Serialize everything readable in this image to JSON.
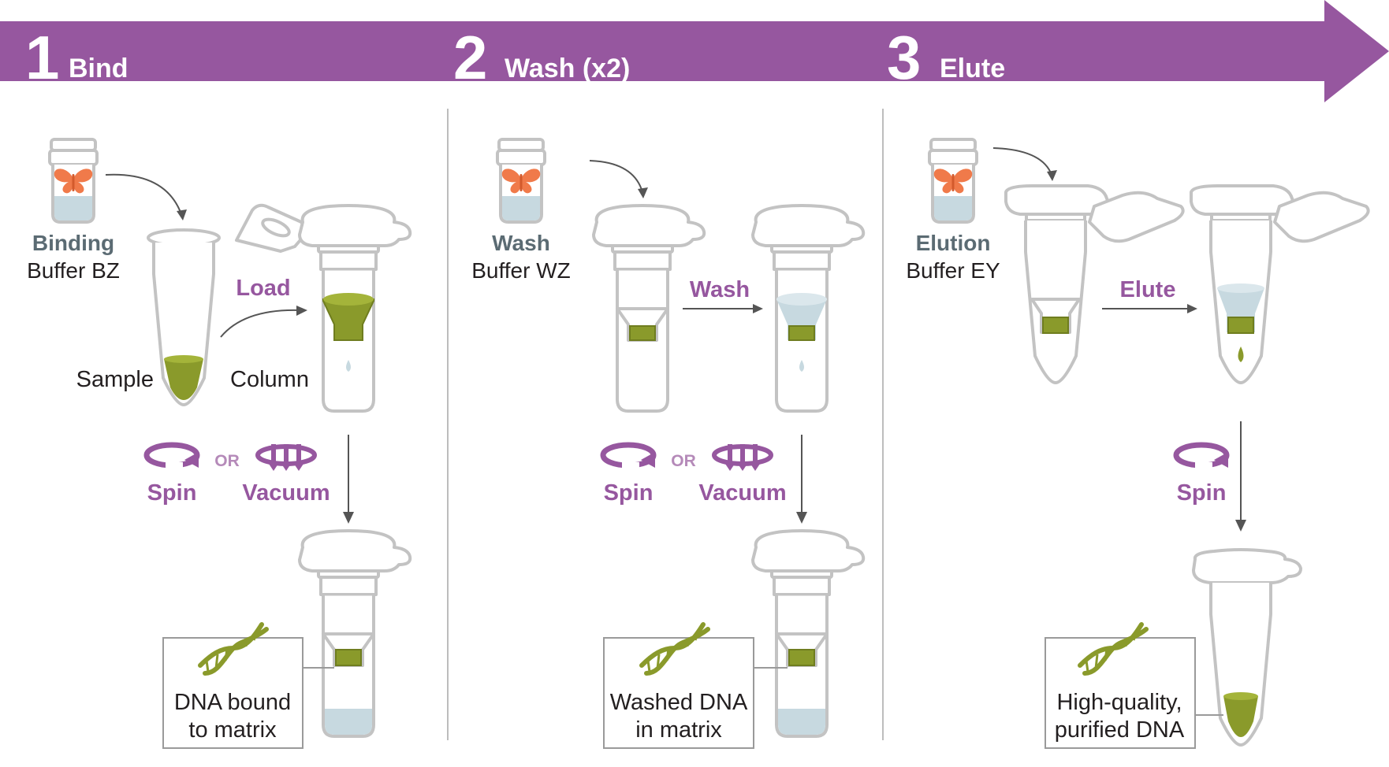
{
  "banner": {
    "color": "#96579f"
  },
  "steps": [
    {
      "number": "1",
      "title": "Bind",
      "buffer": {
        "name_bold": "Binding",
        "name_regular": "Buffer BZ"
      },
      "labels": {
        "sample": "Sample",
        "column": "Column",
        "action": "Load"
      },
      "methods": {
        "spin": "Spin",
        "or": "OR",
        "vacuum": "Vacuum"
      },
      "result": {
        "line1": "DNA bound",
        "line2": "to matrix"
      }
    },
    {
      "number": "2",
      "title": "Wash (x2)",
      "buffer": {
        "name_bold": "Wash",
        "name_regular": "Buffer WZ"
      },
      "labels": {
        "action": "Wash"
      },
      "methods": {
        "spin": "Spin",
        "or": "OR",
        "vacuum": "Vacuum"
      },
      "result": {
        "line1": "Washed DNA",
        "line2": "in matrix"
      }
    },
    {
      "number": "3",
      "title": "Elute",
      "buffer": {
        "name_bold": "Elution",
        "name_regular": "Buffer EY"
      },
      "labels": {
        "action": "Elute"
      },
      "methods": {
        "spin": "Spin"
      },
      "result": {
        "line1": "High-quality,",
        "line2": "purified DNA"
      }
    }
  ],
  "colors": {
    "accent": "#96579f",
    "sample_green": "#8a9a2b",
    "buffer_liquid": "#c7d9e0",
    "butterfly": "#f07a4a",
    "tube_outline": "#c3c3c3"
  },
  "icons": [
    "butterfly-icon",
    "spin-icon",
    "vacuum-icon",
    "dna-helix-icon"
  ]
}
